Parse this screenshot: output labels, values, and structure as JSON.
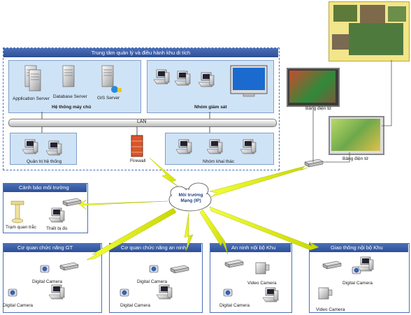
{
  "center": {
    "title": "Trung tâm quản lý và điều hành khu di tích",
    "servers": {
      "group_label": "Hệ thống máy chủ",
      "app": "Application Server",
      "db": "Database Server",
      "gis": "GIS Server"
    },
    "monitoring_label": "Nhóm giám sát",
    "lan": "LAN",
    "admin_label": "Quản trị hệ thống",
    "firewall": "Firewall",
    "exploit_label": "Nhóm khai thác"
  },
  "network": "Môi trường\nMạng (IP)",
  "boards": {
    "board1": "Bảng điện tử",
    "board2": "Bảng điện tử"
  },
  "env": {
    "title": "Cảnh báo môi trường",
    "station": "Trạm quan trắc",
    "device": "Thiết bị đo"
  },
  "gt": {
    "title": "Cơ quan chức năng GT",
    "cam1": "Digital Camera",
    "cam2": "Digital Camera"
  },
  "security": {
    "title": "Cơ quan chức năng an ninh",
    "cam1": "Digital Camera",
    "cam2": "Digital Camera"
  },
  "internal": {
    "title": "An ninh nội bộ Khu",
    "cam1": "Video Camera",
    "cam2": "Digital Camera"
  },
  "traffic": {
    "title": "Giao thông nội bộ Khu",
    "cam1": "Digital Camera",
    "cam2": "Video Camera"
  }
}
